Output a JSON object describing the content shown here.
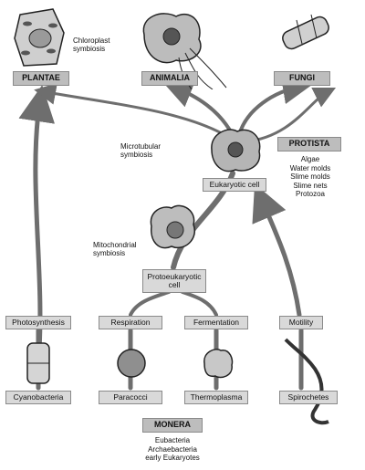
{
  "kingdoms": {
    "plantae": "PLANTAE",
    "animalia": "ANIMALIA",
    "fungi": "FUNGI",
    "protista": "PROTISTA",
    "monera": "MONERA"
  },
  "protista_members": [
    "Algae",
    "Water molds",
    "Slime molds",
    "Slime nets",
    "Protozoa"
  ],
  "monera_members": [
    "Eubacteria",
    "Archaebacteria",
    "early Eukaryotes"
  ],
  "cells": {
    "eukaryotic": "Eukaryotic cell",
    "protoeukaryotic_line1": "Protoeukaryotic",
    "protoeukaryotic_line2": "cell"
  },
  "symbioses": {
    "chloroplast_line1": "Chloroplast",
    "chloroplast_line2": "symbiosis",
    "microtubular_line1": "Microtubular",
    "microtubular_line2": "symbiosis",
    "mitochondrial_line1": "Mitochondrial",
    "mitochondrial_line2": "symbiosis"
  },
  "processes": {
    "photosynthesis": "Photosynthesis",
    "respiration": "Respiration",
    "fermentation": "Fermentation",
    "motility": "Motility"
  },
  "organisms": {
    "cyanobacteria": "Cyanobacteria",
    "paracocci": "Paracocci",
    "thermoplasma": "Thermoplasma",
    "spirochetes": "Spirochetes"
  },
  "colors": {
    "box_fill": "#d9d9d9",
    "kingdom_fill": "#bdbdbd",
    "branch": "#6e6e6e"
  }
}
